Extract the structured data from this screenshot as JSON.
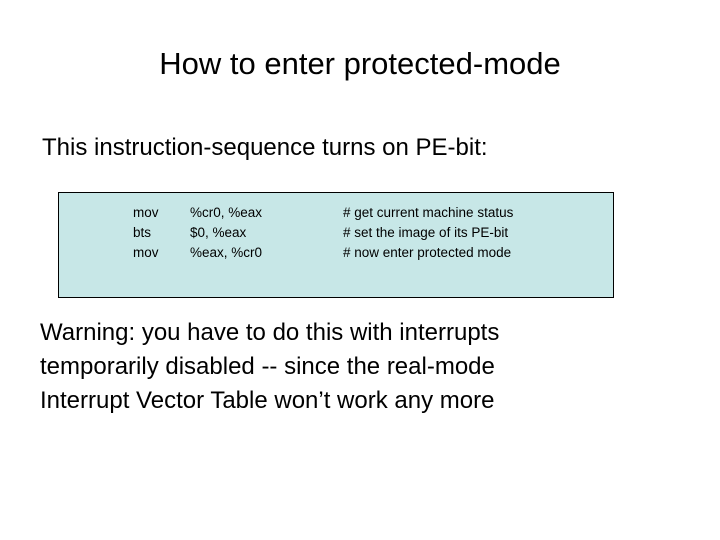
{
  "slide": {
    "title": "How to enter protected-mode",
    "lead": "This instruction-sequence turns on PE-bit:",
    "code_box": {
      "background_color": "#c7e7e7",
      "border_color": "#000000",
      "rows": [
        {
          "mnemonic": "mov",
          "operands": "%cr0, %eax",
          "comment": "# get current machine status"
        },
        {
          "mnemonic": "bts",
          "operands": "$0, %eax",
          "comment": "# set the image of its PE-bit"
        },
        {
          "mnemonic": "mov",
          "operands": "%eax, %cr0",
          "comment": "# now enter protected mode"
        }
      ]
    },
    "warning_lines": [
      "Warning: you have to do this with interrupts",
      "temporarily disabled -- since the real-mode",
      "Interrupt Vector Table won’t work any more"
    ]
  }
}
